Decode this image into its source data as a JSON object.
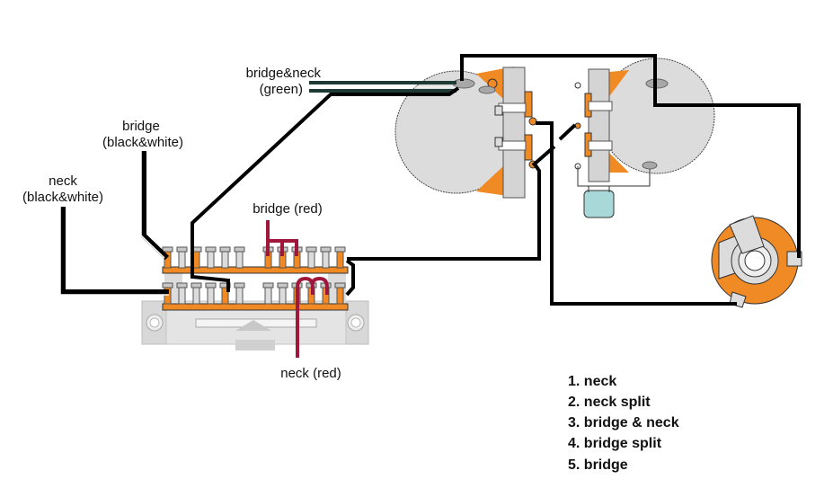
{
  "diagram": {
    "title": "Guitar wiring diagram (5-way switch, two pots, output jack)",
    "labels": {
      "bridge_neck_green_line1": "bridge&neck",
      "bridge_neck_green_line2": "(green)",
      "bridge_bw_line1": "bridge",
      "bridge_bw_line2": "(black&white)",
      "neck_bw_line1": "neck",
      "neck_bw_line2": "(black&white)",
      "bridge_red": "bridge (red)",
      "neck_red": "neck (red)"
    },
    "legend": [
      "1. neck",
      "2. neck split",
      "3. bridge & neck",
      "4. bridge split",
      "5. bridge"
    ],
    "colors": {
      "wire": "#000000",
      "wire_green": "#1e3a34",
      "wire_red": "#a0173c",
      "solder_orange": "#f08a24",
      "pot_grey": "#dcdcdc",
      "capacitor": "#a9d8d8",
      "switch_body": "#d8d8d8"
    },
    "components": [
      "5-way switch",
      "volume pot",
      "tone pot",
      "capacitor",
      "output jack"
    ]
  }
}
